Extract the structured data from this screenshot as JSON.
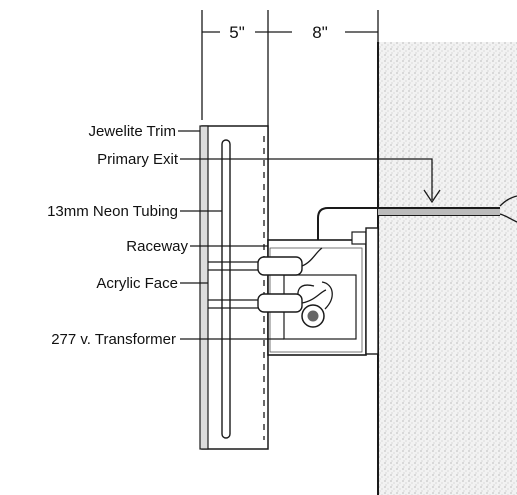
{
  "dimensions": {
    "left": "5\"",
    "right": "8\""
  },
  "labels": {
    "jewelite_trim": "Jewelite Trim",
    "primary_exit": "Primary Exit",
    "neon_tubing": "13mm Neon Tubing",
    "raceway": "Raceway",
    "acrylic_face": "Acrylic Face",
    "transformer": "277 v. Transformer"
  }
}
